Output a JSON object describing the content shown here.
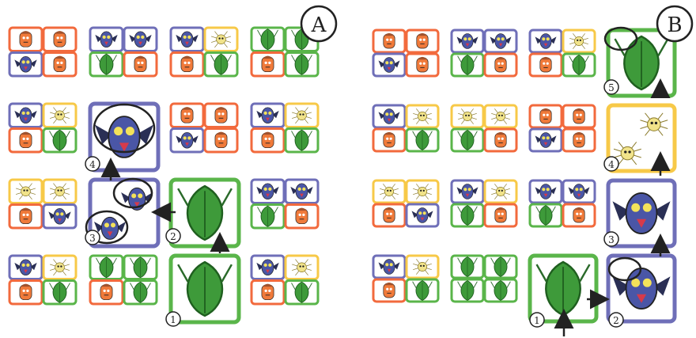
{
  "colors": {
    "orange": "#f26a3d",
    "blue": "#6f6fb8",
    "green": "#5ab54a",
    "yellow": "#f7c948",
    "monster_orange": "#f07a3a",
    "monster_blue": "#4a56a6",
    "monster_green": "#3e9a3a",
    "monster_yellow": "#f1e38a",
    "path": "#222222"
  },
  "panels": [
    {
      "label": "A",
      "grid": [
        [
          "o o b o",
          "b b g o",
          "b y o g",
          "g g o g"
        ],
        [
          "b y o g",
          "BIG:b",
          "o o b o",
          "b y o g"
        ],
        [
          "y y o b",
          "DUO:b",
          "BIG:g",
          "b b g o"
        ],
        [
          "b y o g",
          "g g o g",
          "BIG:g",
          "b y o g"
        ]
      ],
      "steps": [
        "1",
        "2",
        "3",
        "4"
      ]
    },
    {
      "label": "B",
      "grid": [
        [
          "o o b o",
          "b b g o",
          "b y o g",
          "BIG:g"
        ],
        [
          "b y o g",
          "y y g o",
          "o o b o",
          "DUO:y"
        ],
        [
          "y y o b",
          "b y g o",
          "b b g o",
          "BIG:b"
        ],
        [
          "b y o g",
          "g g g g",
          "BIG:g",
          "BIG:b"
        ]
      ],
      "steps": [
        "1",
        "2",
        "3",
        "4",
        "5"
      ]
    }
  ]
}
